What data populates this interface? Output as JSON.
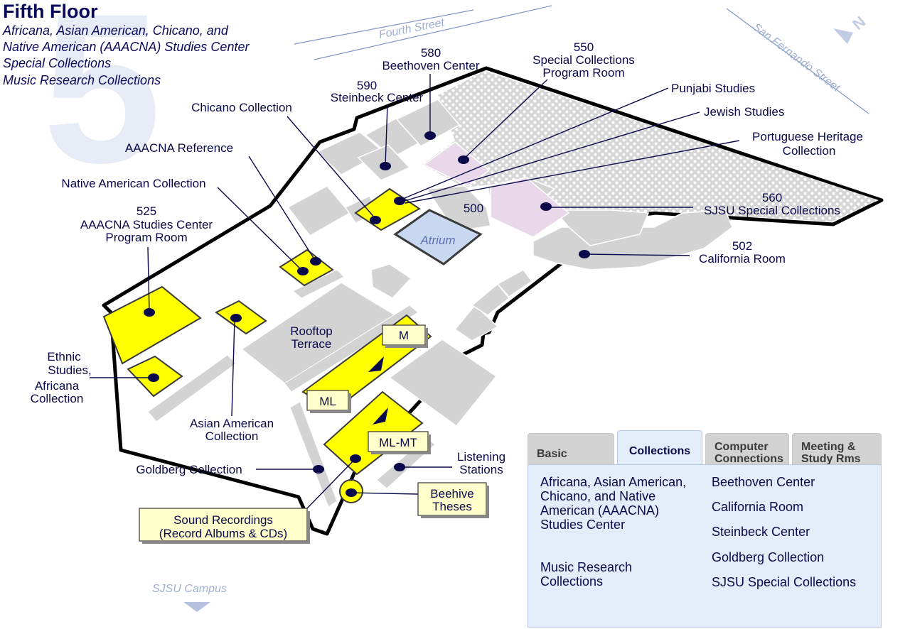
{
  "header": {
    "title": "Fifth Floor",
    "subtitle_lines": [
      "Africana, Asian American, Chicano, and",
      "Native American (AAACNA) Studies Center",
      "Special Collections",
      "Music Research Collections"
    ],
    "big_numeral": "5"
  },
  "streets": {
    "fourth": "Fourth Street",
    "san_fernando": "San Fernando Street",
    "campus": "SJSU Campus"
  },
  "rooms": {
    "r580_num": "580",
    "r580_name": "Beethoven Center",
    "r550_num": "550",
    "r550_line1": "Special Collections",
    "r550_line2": "Program Room",
    "r590_num": "590",
    "r590_name": "Steinbeck Center",
    "punjabi": "Punjabi Studies",
    "jewish": "Jewish Studies",
    "portuguese_line1": "Portuguese Heritage",
    "portuguese_line2": "Collection",
    "chicano": "Chicano Collection",
    "aaacna_ref": "AAACNA Reference",
    "native": "Native American Collection",
    "r525_num": "525",
    "r525_line1": "AAACNA Studies Center",
    "r525_line2": "Program Room",
    "r500": "500",
    "atrium": "Atrium",
    "r560_num": "560",
    "r560_name": "SJSU Special Collections",
    "r502_num": "502",
    "r502_name": "California Room",
    "rooftop_line1": "Rooftop",
    "rooftop_line2": "Terrace",
    "ethnic_line1": "Ethnic",
    "ethnic_line2": "Studies,",
    "ethnic_line3": "Africana",
    "ethnic_line4": "Collection",
    "asian_line1": "Asian American",
    "asian_line2": "Collection",
    "goldberg": "Goldberg Collection",
    "listening_line1": "Listening",
    "listening_line2": "Stations",
    "beehive_line1": "Beehive",
    "beehive_line2": "Theses",
    "sound_line1": "Sound Recordings",
    "sound_line2": "(Record Albums & CDs)",
    "m": "M",
    "ml": "ML",
    "mlmt": "ML-MT"
  },
  "tabs": [
    {
      "label": "Basic",
      "active": false
    },
    {
      "label": "Collections",
      "active": true
    },
    {
      "label_line1": "Computer",
      "label_line2": "Connections",
      "active": false
    },
    {
      "label_line1": "Meeting &",
      "label_line2": "Study Rms",
      "active": false
    }
  ],
  "collections_links": {
    "left": [
      "Africana, Asian American, Chicano, and Native American (AAACNA) Studies Center",
      "Music Research Collections"
    ],
    "right": [
      "Beethoven Center",
      "California Room",
      "Steinbeck Center",
      "Goldberg Collection",
      "SJSU Special Collections"
    ]
  },
  "colors": {
    "yellow": "#ffff00",
    "gray": "#d3d3d3",
    "pink": "#e8d8ea",
    "navy": "#0a0a4a",
    "panel": "#e3ecf9"
  }
}
